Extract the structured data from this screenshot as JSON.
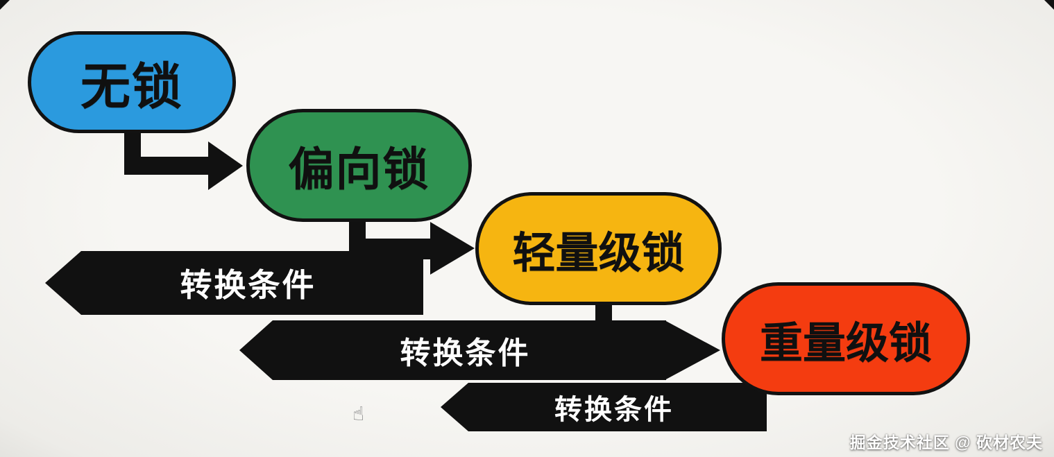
{
  "background": "#f5f4f1",
  "nodes": [
    {
      "id": "no-lock",
      "label": "无锁",
      "color": "#2b9ade"
    },
    {
      "id": "biased-lock",
      "label": "偏向锁",
      "color": "#2f9251"
    },
    {
      "id": "lightweight-lock",
      "label": "轻量级锁",
      "color": "#f6b511"
    },
    {
      "id": "heavyweight-lock",
      "label": "重量级锁",
      "color": "#f43c10"
    }
  ],
  "banners": [
    {
      "label": "转换条件"
    },
    {
      "label": "转换条件"
    },
    {
      "label": "转换条件"
    }
  ],
  "arrow_color": "#111111",
  "icons": {
    "hand_cursor": "☝"
  },
  "watermark": "掘金技术社区 @ 砍材农夫"
}
